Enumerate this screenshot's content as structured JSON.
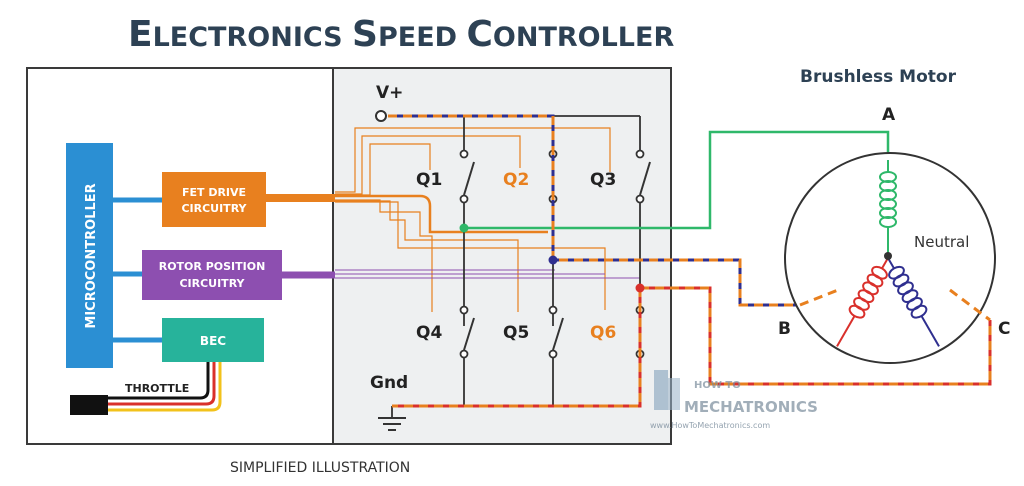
{
  "title": {
    "word1_initial": "E",
    "word1_rest": "LECTRONICS",
    "word2_initial": "S",
    "word2_rest": "PEED",
    "word3_initial": "C",
    "word3_rest": "ONTROLLER"
  },
  "caption": "SIMPLIFIED ILLUSTRATION",
  "blocks": {
    "microcontroller": "MICROCONTROLLER",
    "fet_drive_line1": "FET DRIVE",
    "fet_drive_line2": "CIRCUITRY",
    "rotor_line1": "ROTOR POSITION",
    "rotor_line2": "CIRCUITRY",
    "bec": "BEC",
    "throttle": "THROTTLE"
  },
  "bridge": {
    "vplus": "V+",
    "gnd": "Gnd",
    "switches": [
      "Q1",
      "Q2",
      "Q3",
      "Q4",
      "Q5",
      "Q6"
    ]
  },
  "motor": {
    "title": "Brushless Motor",
    "phase_a": "A",
    "phase_b": "B",
    "phase_c": "C",
    "neutral": "Neutral"
  },
  "watermark": {
    "line1": "HOW TO",
    "line2": "MECHATRONICS",
    "url": "www.HowToMechatronics.com"
  },
  "colors": {
    "title": "#2d4154",
    "microcontroller": "#2b8fd3",
    "fet_drive": "#e8801f",
    "rotor": "#8d4fb0",
    "bec": "#27b39b",
    "active_path": "#e8801f",
    "phase_a_wire": "#2fb86a",
    "phase_b_wire": "#2f2f8f",
    "phase_c_wire": "#d9302b",
    "bridge_bg": "#eef0f1"
  }
}
